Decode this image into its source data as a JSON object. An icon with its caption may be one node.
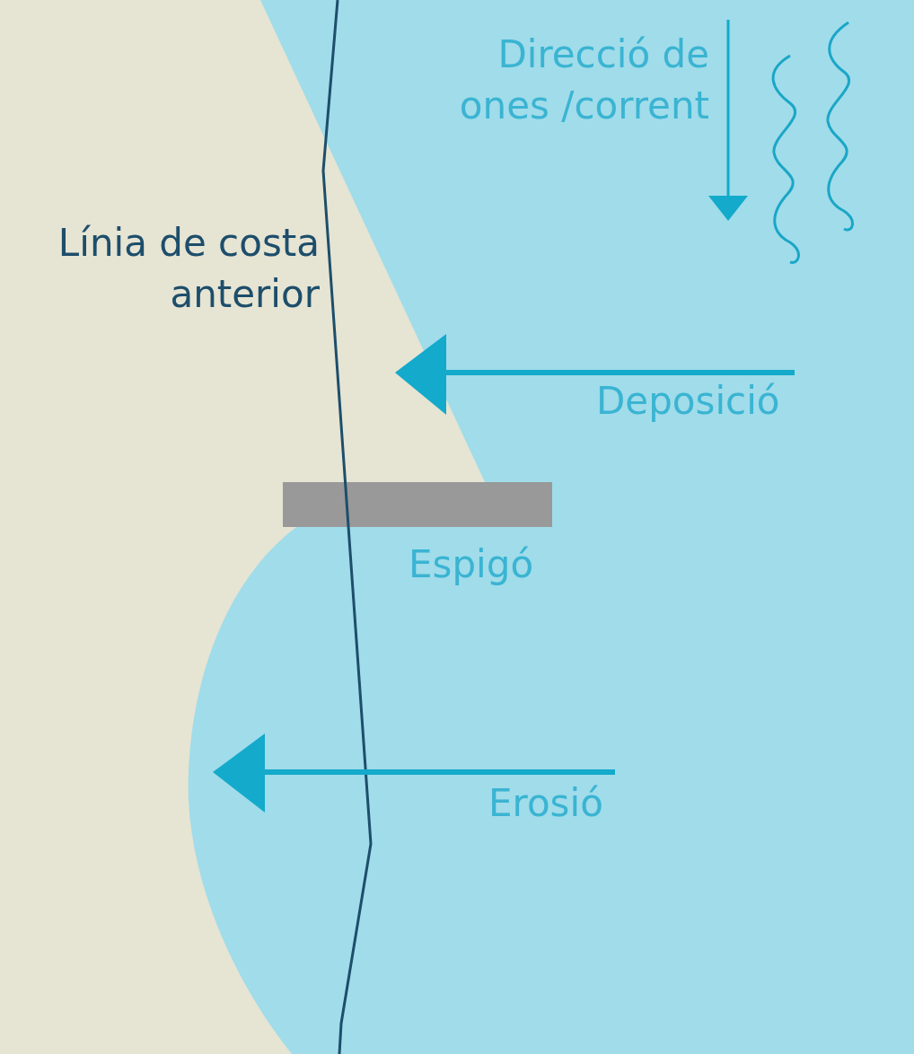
{
  "diagram": {
    "nodes": [
      {
        "text": [],
        "shape": "bar",
        "beside": [
          "Espigó"
        ]
      }
    ],
    "labels": [
      "Direcció de ones /corrent",
      "Línia de costa anterior",
      "Deposició",
      "Erosió"
    ]
  }
}
